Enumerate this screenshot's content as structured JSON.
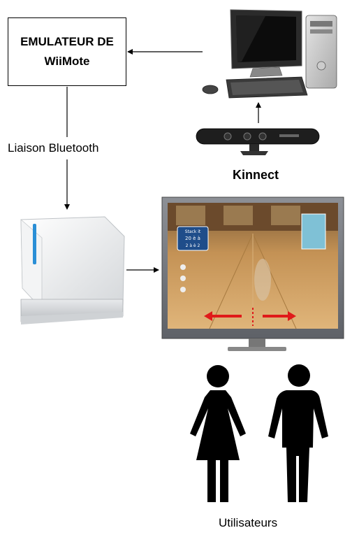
{
  "emulator": {
    "line1": "EMULATEUR DE",
    "line2": "WiiMote"
  },
  "bluetooth_label": "Liaison Bluetooth",
  "kinect_label": "Kinnect",
  "users_label": "Utilisateurs",
  "game_screen": {
    "score_line1": "Stack it",
    "score_line2": "20 è à",
    "score_line3": "2 à è 2"
  },
  "colors": {
    "wii_accent": "#2a8fd6",
    "arrow_red": "#e01a1a",
    "lane_wood": "#c89a55",
    "figure_black": "#000000"
  }
}
